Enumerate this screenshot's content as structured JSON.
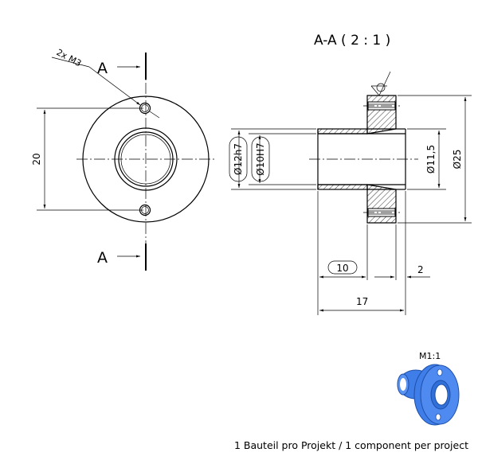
{
  "section_title": "A-A ( 2 : 1 )",
  "front_view": {
    "cut_label_top": "A",
    "cut_label_bottom": "A",
    "hole_note": "2x M3",
    "dim_height": "20"
  },
  "section_view": {
    "dim_outer_tol": "Ø12h7",
    "dim_bore_tol": "Ø10H7",
    "dim_mid_dia": "Ø11,5",
    "dim_flange_dia": "Ø25",
    "dim_hub_length": "10",
    "dim_flange_thk": "2",
    "dim_total_length": "17"
  },
  "preview": {
    "scale_label": "M1:1",
    "color": "#3f7ee8"
  },
  "footer_note": "1 Bauteil pro Projekt / 1 component per project"
}
